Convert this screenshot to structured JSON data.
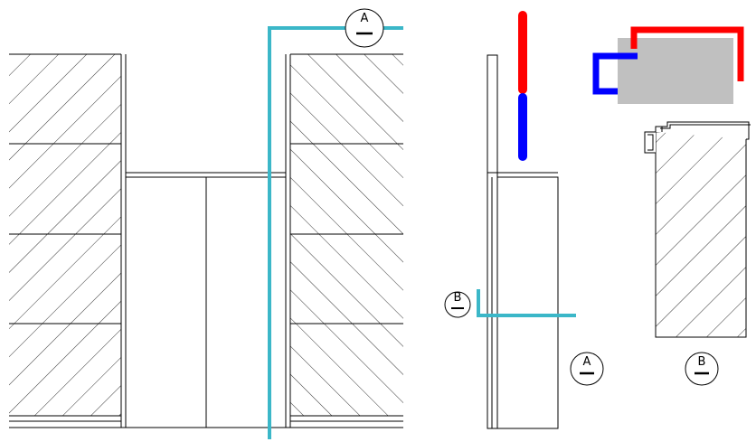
{
  "labels": {
    "section_a_elevation": "A",
    "section_b_elevation": "B",
    "section_a_title": "A",
    "section_b_title": "B"
  },
  "colors": {
    "section_line": "#3bb7c8",
    "top_marker": "#ff0000",
    "bottom_marker": "#0000ff",
    "fill_gray": "#c0c0c0",
    "line": "#000000"
  },
  "icons": {
    "section_marker": "circle-with-letter",
    "hatch": "diagonal-hatch"
  }
}
